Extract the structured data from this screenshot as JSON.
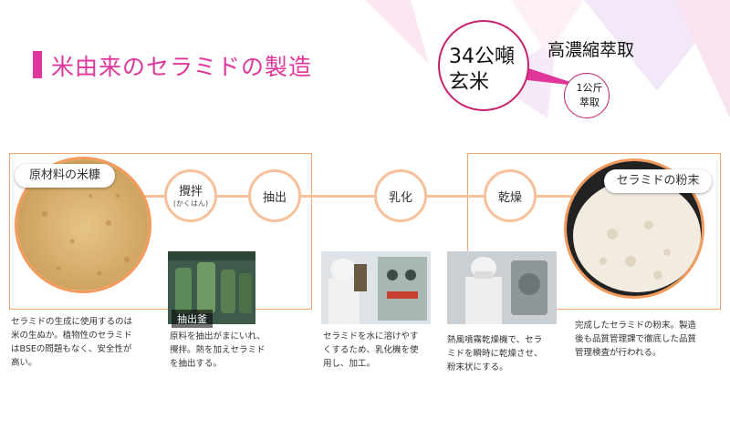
{
  "title": "米由来のセラミドの製造",
  "bubble": {
    "line1": "34公噸",
    "line2": "玄米"
  },
  "extract_label": "高濃縮萃取",
  "small_bubble": {
    "line1": "1公斤",
    "line2": "萃取"
  },
  "flow": {
    "raw_material_label": "原材料の米糠",
    "steps": {
      "stir": {
        "label": "攪拌",
        "sub": "(かくはん)"
      },
      "extract": {
        "label": "抽出"
      },
      "emulsify": {
        "label": "乳化"
      },
      "dry": {
        "label": "乾燥"
      }
    },
    "product_label": "セラミドの粉末",
    "extract_photo_caption": "抽出釜"
  },
  "descriptions": {
    "raw": [
      "セラミドの生成に使用するのは",
      "米の生ぬか。植物性のセラミド",
      "はBSEの問題もなく、安全性が",
      "高い。"
    ],
    "stir_extract": [
      "原料を抽出がまにいれ、",
      "攪拌。熱を加えセラミド",
      "を抽出する。"
    ],
    "emulsify": [
      "セラミドを水に溶けやす",
      "くするため、乳化機を使",
      "用し、加工。"
    ],
    "dry": [
      "熱風噴霧乾燥機で、セラ",
      "ミドを瞬時に乾燥させ、",
      "粉末状にする。"
    ],
    "product": [
      "完成したセラミドの粉末。製造",
      "後も品質管理課で徹底した品質",
      "管理検査が行われる。"
    ]
  },
  "colors": {
    "accent": "#e0359a",
    "bubble_border": "#c8226e",
    "flow_orange": "#f39a5a",
    "flow_light": "#f6c09a"
  }
}
